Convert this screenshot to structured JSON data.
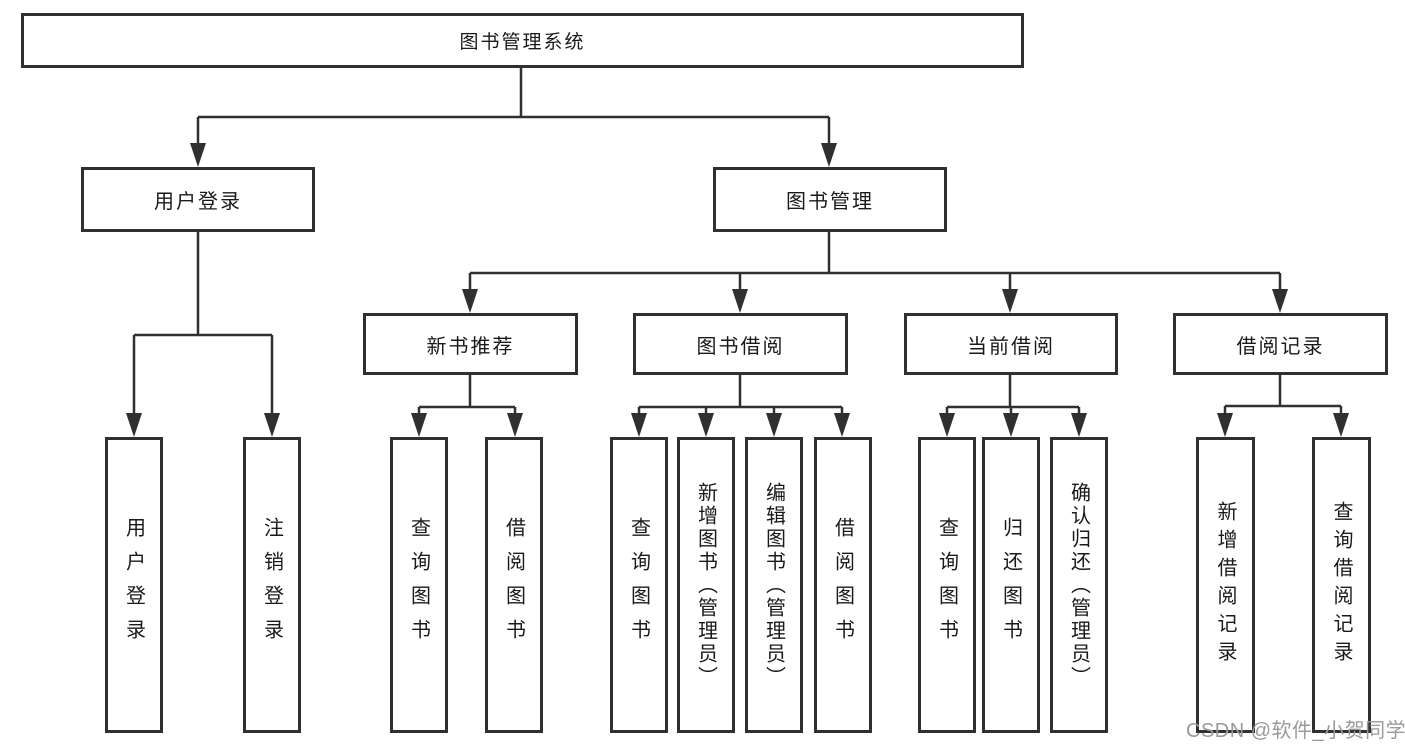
{
  "diagram": {
    "title": {
      "label": "图书管理系统"
    },
    "level2": [
      {
        "label": "用户登录"
      },
      {
        "label": "图书管理"
      }
    ],
    "level3": [
      {
        "label": "新书推荐"
      },
      {
        "label": "图书借阅"
      },
      {
        "label": "当前借阅"
      },
      {
        "label": "借阅记录"
      }
    ],
    "leaves": {
      "user_login": [
        "用户登录",
        "注销登录"
      ],
      "new_book_recommend": [
        "查询图书",
        "借阅图书"
      ],
      "book_borrow": [
        "查询图书",
        "新增图书（管理员）",
        "编辑图书（管理员）",
        "借阅图书"
      ],
      "current_borrow": [
        "查询图书",
        "归还图书",
        "确认归还（管理员）"
      ],
      "borrow_records": [
        "新增借阅记录",
        "查询借阅记录"
      ]
    }
  },
  "watermark": {
    "text": "CSDN @软件_小贺同学"
  },
  "colors": {
    "line": "#303030",
    "text": "#1a1a1a",
    "watermark_text": "#9a9a9a",
    "background": "#ffffff"
  }
}
